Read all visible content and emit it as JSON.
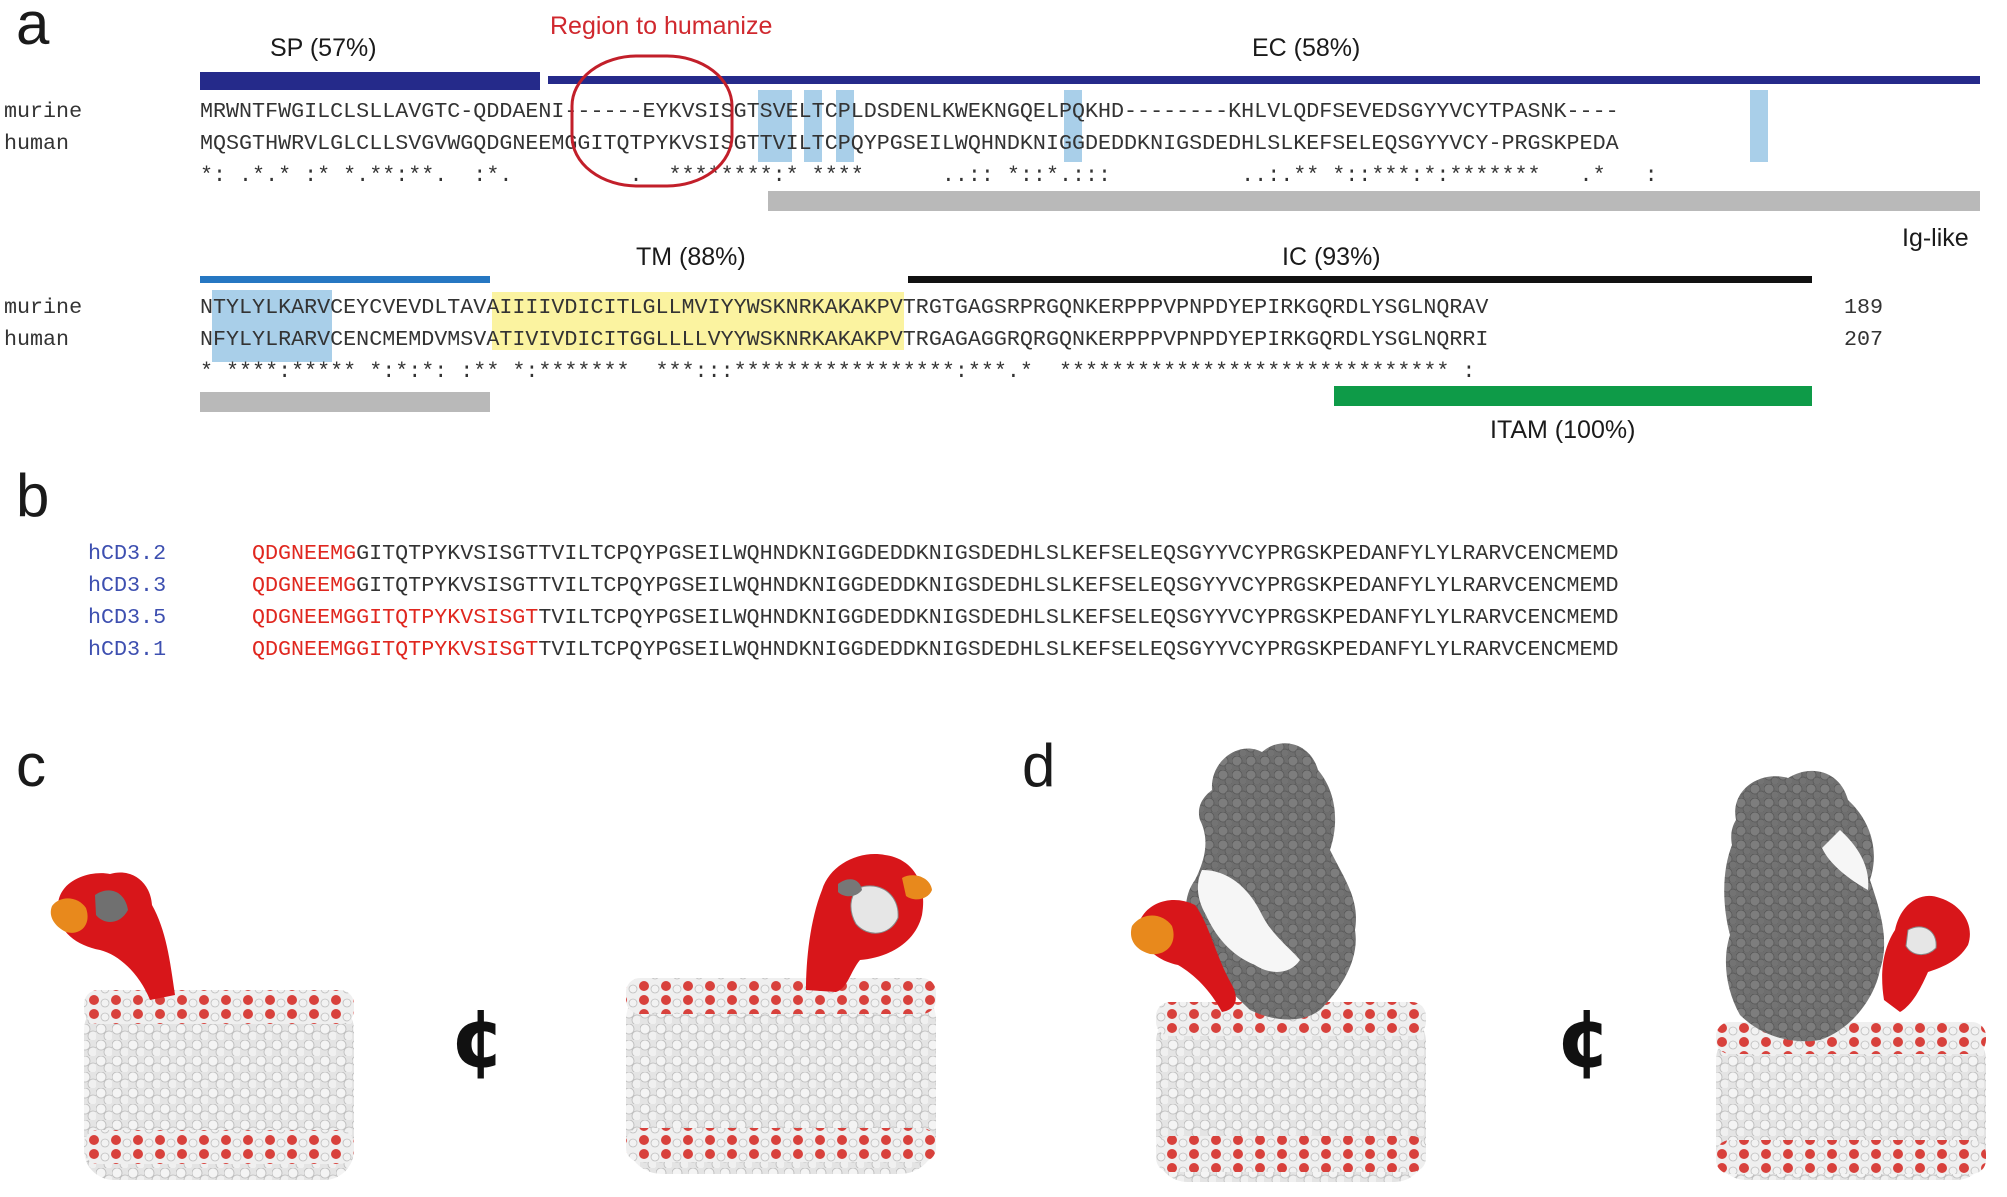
{
  "panels": {
    "a": "a",
    "b": "b",
    "c": "c",
    "d": "d"
  },
  "panel_a": {
    "annotation": "Region to humanize",
    "regions": {
      "sp": "SP (57%)",
      "ec": "EC (58%)",
      "tm": "TM (88%)",
      "ic": "IC (93%)",
      "ig_like": "Ig-like",
      "itam": "ITAM (100%)"
    },
    "block1": {
      "names": [
        "murine",
        "human"
      ],
      "murine": "MRWNTFWGILCLSLLAVGTC-QDDAENI------EYKVSISGTSVELTCPLDSDENLKWEKNGQELPQKHD--------KHLVLQDFSEVEDSGYYVCYTPASNK----",
      "human": "MQSGTHWRVLGLCLLSVGVWGQDGNEEMGGITQTPYKVSISGTTVILTCPQYPGSEILWQHNDKNIGGDEDDKNIGSDEDHLSLKEFSELEQSGYYVCY-PRGSKPEDA",
      "consensus": "*: .*.* :* *.**:**.  :*.         .  ********:* ****      ..:: *::*.:::          ..:.** *::***:*:*******   .*   :"
    },
    "block2": {
      "names": [
        "murine",
        "human"
      ],
      "murine": "NTYLYLKARVCEYCVEVDLTAVAIIIIVDICITLGLLMVIYYWSKNRKAKAKPVTRGTGAGSRPRGQNKERPPPVPNPDYEPIRKGQRDLYSGLNQRAV",
      "human": "NFYLYLRARVCENCMEMDVMSVATIVIVDICITGGLLLLVYYWSKNRKAKAKPVTRGAGAGGRQRGQNKERPPPVPNPDYEPIRKGQRDLYSGLNQRRI",
      "consensus": "* ****:***** *:*:*: :** *:*******  ***:::*****************:***.*  ****************************** :",
      "murine_len": "189",
      "human_len": "207"
    }
  },
  "panel_b": {
    "rows": [
      {
        "name": "hCD3.2",
        "humanized": "QDGNEEMG",
        "rest": "GITQTPYKVSISGTTVILTCPQYPGSEILWQHNDKNIGGDEDDKNIGSDEDHLSLKEFSELEQSGYYVCYPRGSKPEDANFYLYLRARVCENCMEMD"
      },
      {
        "name": "hCD3.3",
        "humanized": "QDGNEEMG",
        "rest": "GITQTPYKVSISGTTVILTCPQYPGSEILWQHNDKNIGGDEDDKNIGSDEDHLSLKEFSELEQSGYYVCYPRGSKPEDANFYLYLRARVCENCMEMD"
      },
      {
        "name": "hCD3.5",
        "humanized": "QDGNEEMGGITQTPYKVSISGT",
        "rest": "TVILTCPQYPGSEILWQHNDKNIGGDEDDKNIGSDEDHLSLKEFSELEQSGYYVCYPRGSKPEDANFYLYLRARVCENCMEMD"
      },
      {
        "name": "hCD3.1",
        "humanized": "QDGNEEMGGITQTPYKVSISGT",
        "rest": "TVILTCPQYPGSEILWQHNDKNIGGDEDDKNIGSDEDHLSLKEFSELEQSGYYVCYPRGSKPEDANFYLYLRARVCENCMEMD"
      }
    ]
  },
  "rotation_symbol": "¢",
  "colors": {
    "sp_bar": "#252a8a",
    "ec_bar": "#252a8a",
    "ig_bar": "#b9b9b9",
    "tm_bar": "#2677c2",
    "ic_bar": "#111111",
    "itam_bar": "#0e9b48",
    "annotation": "#d0282e",
    "highlight_blue": "#a9cfe9",
    "highlight_yellow": "#fbf3a0",
    "humanized": "#e0271f",
    "construct_name": "#3d4fb0",
    "protein_gray": "#6b6b6b",
    "protein_red": "#d8161a",
    "protein_orange": "#e8891c",
    "lipid_white": "#e8e8e8",
    "lipid_head": "#d8413c"
  }
}
